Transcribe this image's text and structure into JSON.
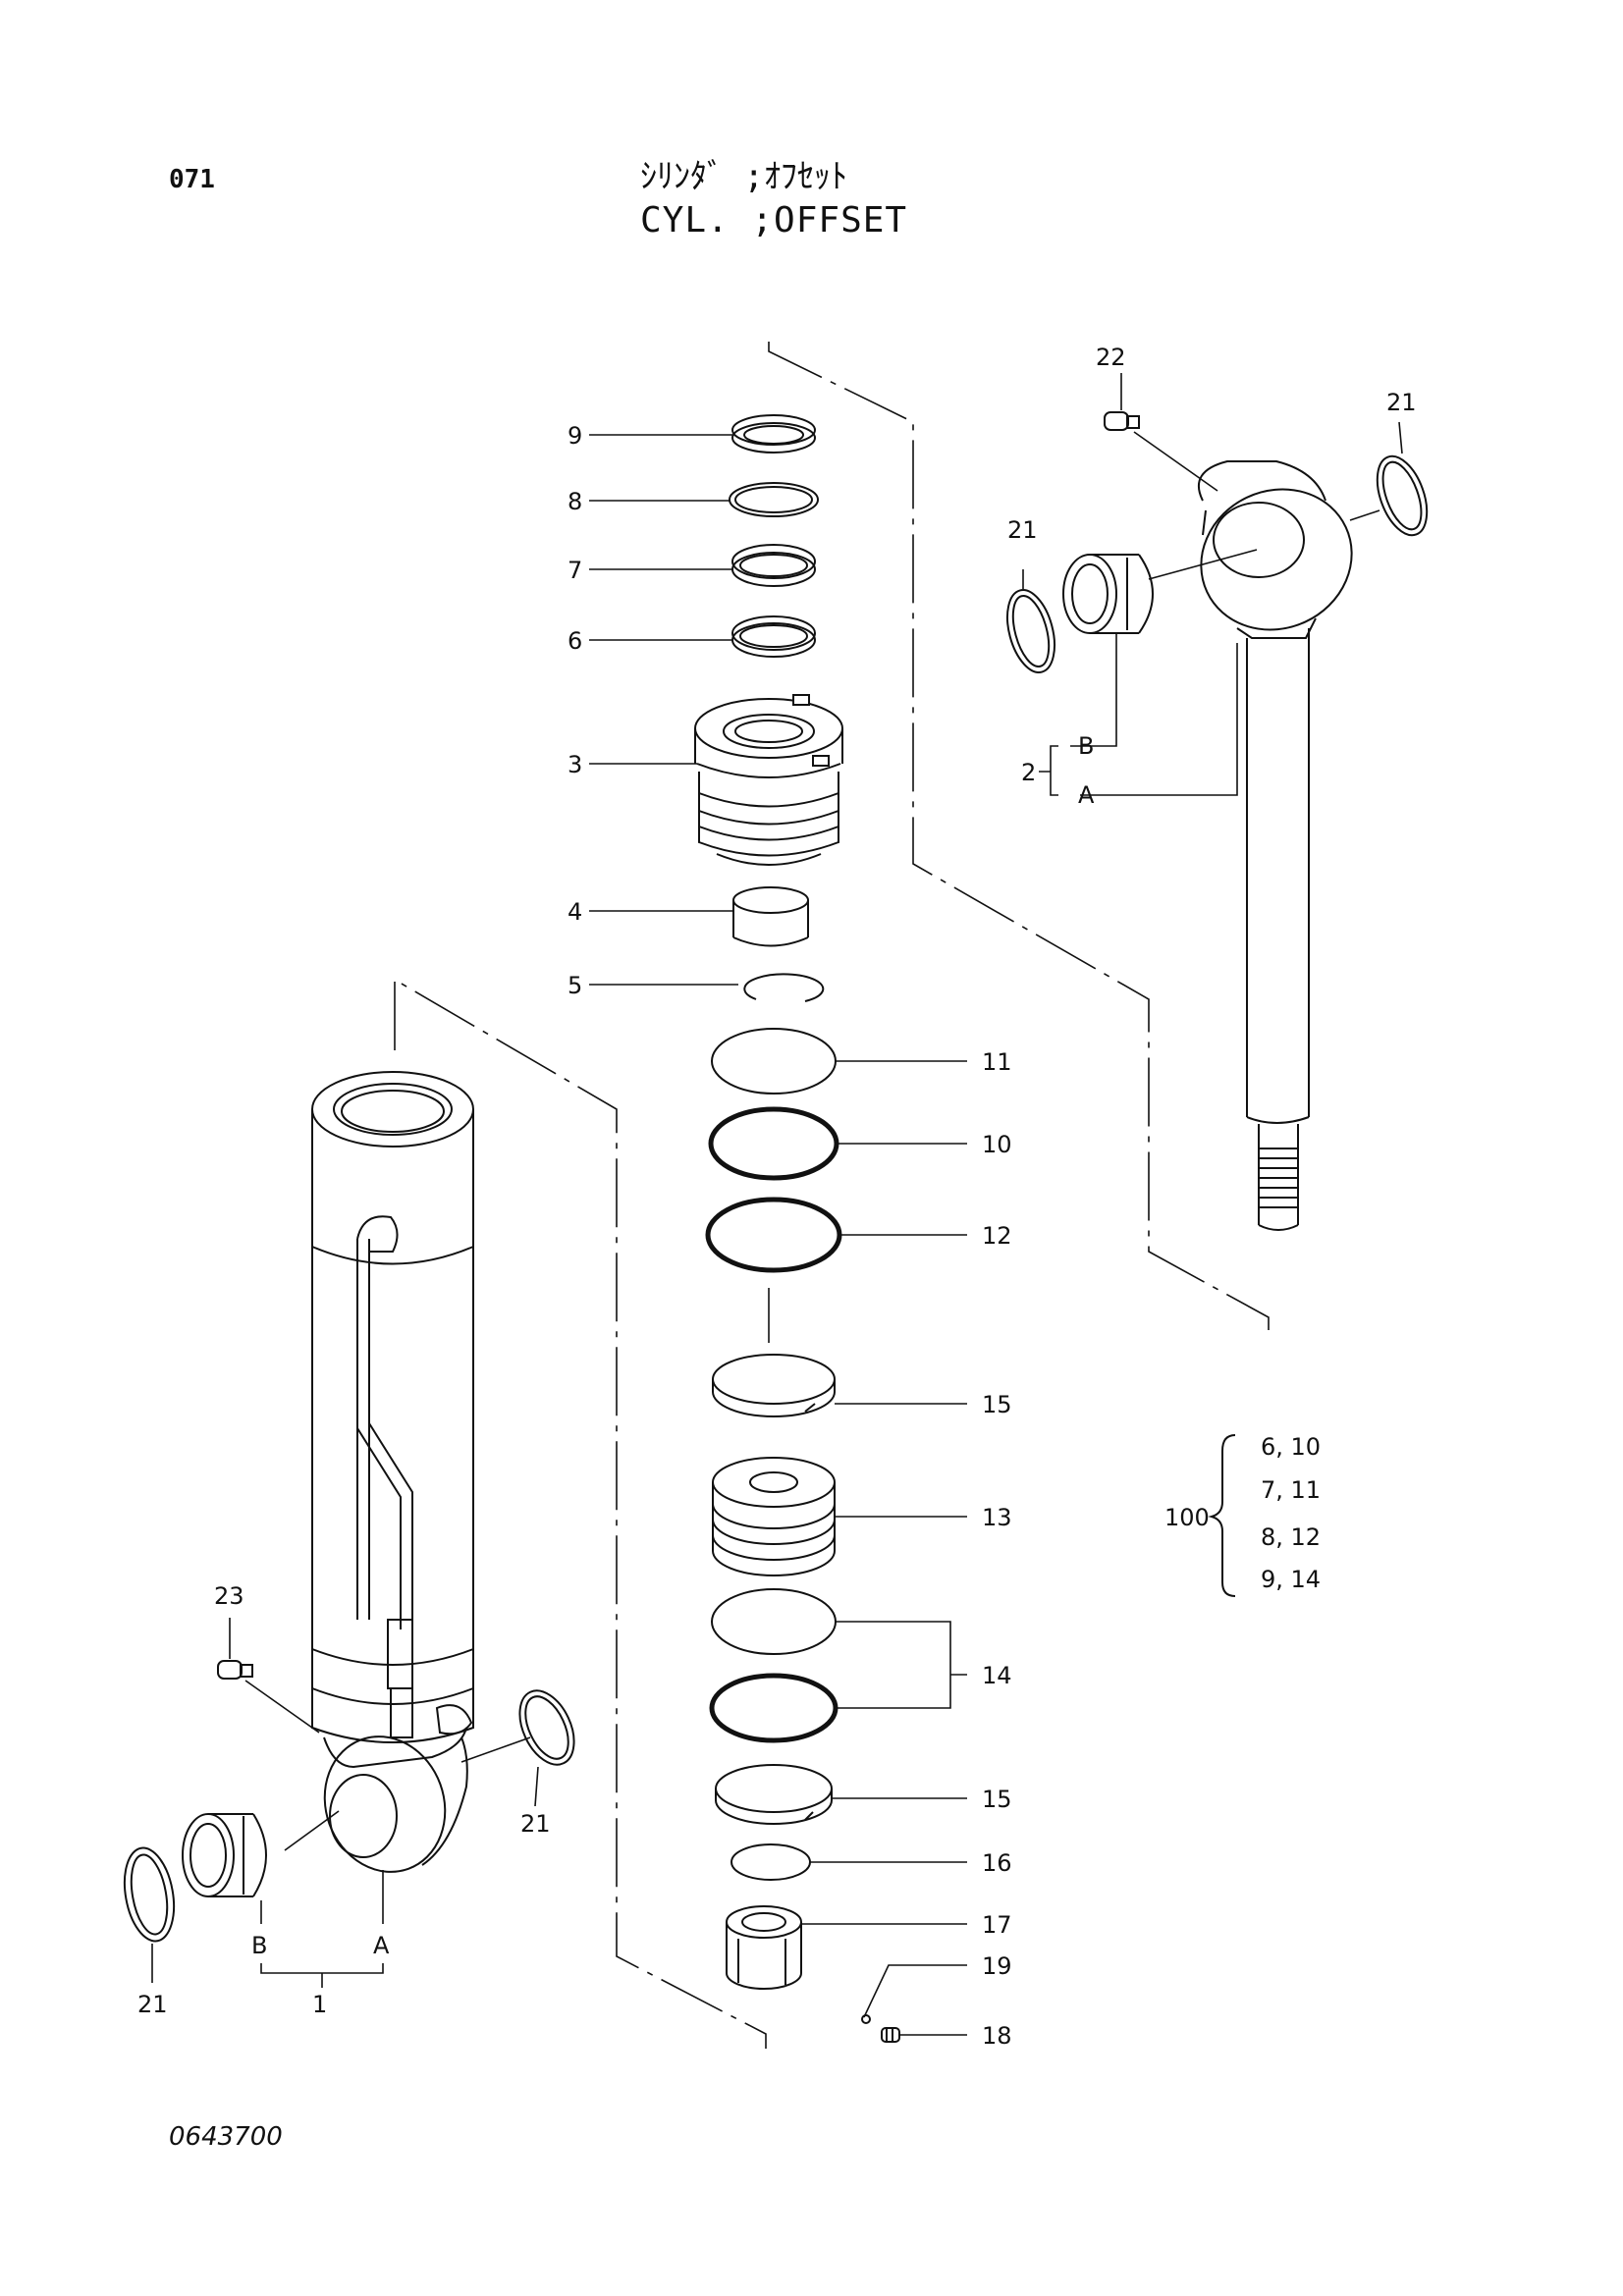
{
  "header": {
    "page_number": "071",
    "title_jp": "ｼﾘﾝﾀﾞ ;ｵﾌｾｯﾄ",
    "title_en": "CYL. ;OFFSET"
  },
  "footer": {
    "drawing_number": "0643700"
  },
  "callouts": {
    "p9": "9",
    "p8": "8",
    "p7": "7",
    "p6": "6",
    "p3": "3",
    "p4": "4",
    "p5": "5",
    "p11": "11",
    "p10": "10",
    "p12": "12",
    "p15a": "15",
    "p13": "13",
    "p14": "14",
    "p15b": "15",
    "p16": "16",
    "p17": "17",
    "p19": "19",
    "p18": "18",
    "p22": "22",
    "p21_rod_right": "21",
    "p21_rod_left": "21",
    "p2": "2",
    "p2_b": "B",
    "p2_a": "A",
    "p23": "23",
    "p21_tube_right": "21",
    "p21_tube_left": "21",
    "p1": "1",
    "p1_b": "B",
    "p1_a": "A"
  },
  "kit": {
    "number": "100",
    "items": [
      "6, 10",
      "7, 11",
      "8, 12",
      "9, 14"
    ]
  }
}
